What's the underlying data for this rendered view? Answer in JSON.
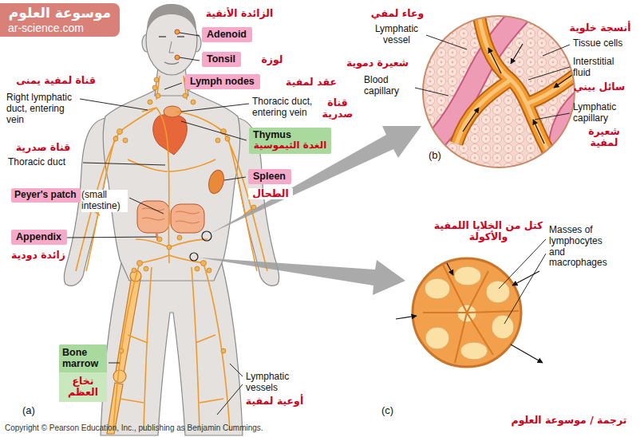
{
  "diagram": {
    "nodes": [
      {
        "text": [
          "موسوعة العلوم",
          "ar-science.com"
        ]
      },
      {
        "text": [
          "Adenoid"
        ]
      },
      {
        "text": [
          "Tonsil"
        ]
      },
      {
        "text": [
          "Lymph nodes"
        ]
      },
      {
        "text": [
          "Thymus",
          "الغدة الثيموسية"
        ]
      },
      {
        "text": [
          "Spleen"
        ]
      },
      {
        "text": [
          "Peyer's patch"
        ]
      },
      {
        "text": [
          "Appendix"
        ]
      },
      {
        "text": [
          "Bone marrow",
          "نخاع العظم"
        ]
      }
    ],
    "labels": [
      "الزائدة الأنفية",
      "لوزة",
      "قناة لمفية يمنى",
      "Right lymphatic duct, entering vein",
      "عقد لمفية",
      "Thoracic duct, entering vein",
      "قناة صدرية",
      "قناة صدرية",
      "Thoracic duct",
      "الطحال",
      "(small intestine)",
      "زائدة دودية",
      "Lymphatic vessels",
      "أوعية لمفية",
      "(a)",
      "Copyright © Pearson Education, Inc., publishing as Benjamin Cummings.",
      "وعاء لمفي",
      "Lymphatic vessel",
      "شعيرة دموية",
      "Blood capillary",
      "أنسجة خلوية",
      "Tissue cells",
      "Interstitial fluid",
      "سائل بيني",
      "Lymphatic capillary",
      "شعيرة لمفية",
      "(b)",
      "كتل من الخلايا اللمفية والأكولة",
      "Masses of lymphocytes and macrophages",
      "(c)",
      "ترجمة / موسوعة العلوم"
    ]
  }
}
